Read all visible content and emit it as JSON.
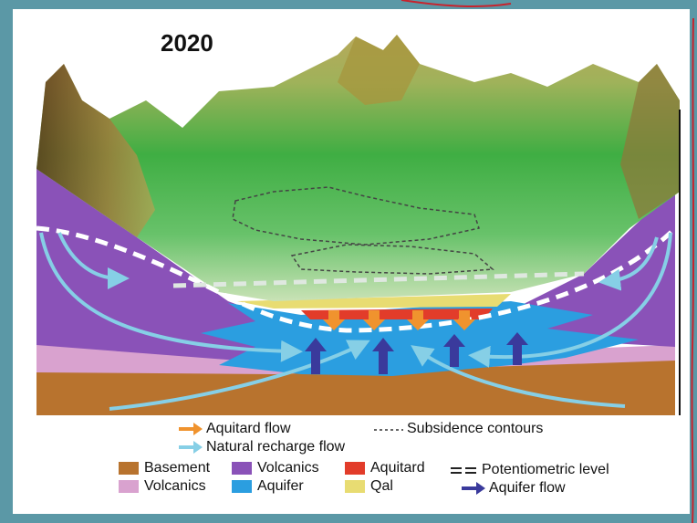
{
  "title": "2020",
  "legend": {
    "aquitard_flow": "Aquitard flow",
    "natural_recharge_flow": "Natural recharge flow",
    "subsidence_contours": "Subsidence contours",
    "basement": "Basement",
    "volcanics_pink": "Volcanics",
    "volcanics_purple": "Volcanics",
    "aquifer": "Aquifer",
    "aquitard": "Aquitard",
    "qal": "Qal",
    "potentiometric_level": "Potentiometric level",
    "aquifer_flow": "Aquifer flow"
  },
  "colors": {
    "basement": "#b8732e",
    "volcanics_pink": "#d9a2cf",
    "volcanics_purple": "#8a52b8",
    "aquifer": "#2b9ee0",
    "aquitard": "#e23c2a",
    "qal": "#e8dc72",
    "aquitard_flow_arrow": "#f0932e",
    "recharge_arrow": "#86cfe6",
    "aquifer_arrow": "#3a3a9c"
  }
}
